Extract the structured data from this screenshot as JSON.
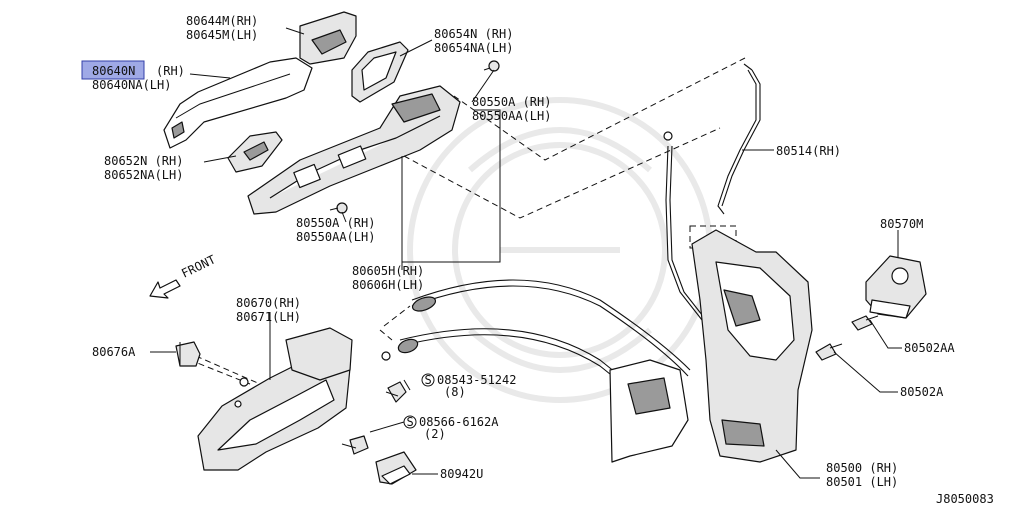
{
  "diagram_id": "J8050083",
  "highlight_color": "#9fa9e6",
  "front_label": "FRONT",
  "callouts": [
    {
      "id": "80644M",
      "rh": "80644M(RH)",
      "lh": "80645M(LH)"
    },
    {
      "id": "80640N",
      "part": "80640N",
      "rh": "(RH)",
      "lh": "80640NA(LH)",
      "highlighted": true
    },
    {
      "id": "80652N",
      "rh": "80652N  (RH)",
      "lh": "80652NA(LH)"
    },
    {
      "id": "80654N",
      "rh": "80654N  (RH)",
      "lh": "80654NA(LH)"
    },
    {
      "id": "80550A-top",
      "rh": "80550A  (RH)",
      "lh": "80550AA(LH)"
    },
    {
      "id": "80550A-mid",
      "rh": "80550A  (RH)",
      "lh": "80550AA(LH)"
    },
    {
      "id": "80605H",
      "rh": "80605H(RH)",
      "lh": "80606H(LH)"
    },
    {
      "id": "80514",
      "text": "80514(RH)"
    },
    {
      "id": "80570M",
      "text": "80570M"
    },
    {
      "id": "80502AA",
      "text": "80502AA"
    },
    {
      "id": "80502A",
      "text": "80502A"
    },
    {
      "id": "80670",
      "rh": "80670(RH)",
      "lh": "80671(LH)"
    },
    {
      "id": "80676A",
      "text": "80676A"
    },
    {
      "id": "08543",
      "text": "08543-51242",
      "qty": "(8)"
    },
    {
      "id": "08566",
      "text": "08566-6162A",
      "qty": "(2)"
    },
    {
      "id": "80942U",
      "text": "80942U"
    },
    {
      "id": "80500",
      "rh": "80500 (RH)",
      "lh": "80501 (LH)"
    }
  ]
}
